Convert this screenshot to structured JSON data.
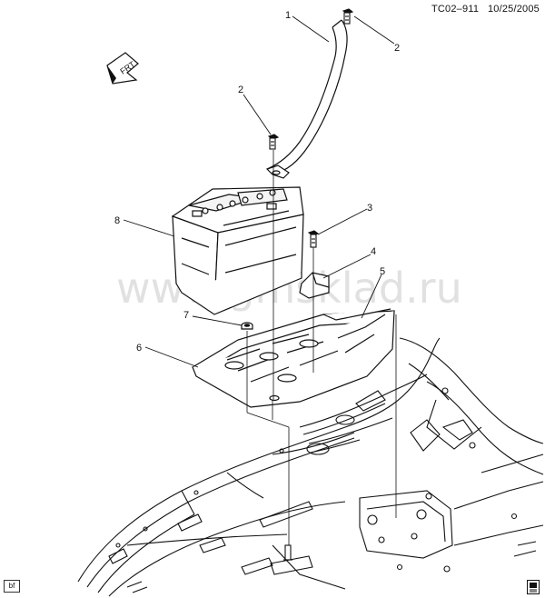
{
  "header": {
    "drawing_id": "TC02–911",
    "date": "10/25/2005"
  },
  "front_arrow_label": "FRT",
  "watermark": "www.gmsklad.ru",
  "corner_tag": "bf",
  "callouts": [
    {
      "id": "1",
      "label": "1"
    },
    {
      "id": "2a",
      "label": "2"
    },
    {
      "id": "2b",
      "label": "2"
    },
    {
      "id": "3",
      "label": "3"
    },
    {
      "id": "4",
      "label": "4"
    },
    {
      "id": "5",
      "label": "5"
    },
    {
      "id": "6",
      "label": "6"
    },
    {
      "id": "7",
      "label": "7"
    },
    {
      "id": "8",
      "label": "8"
    }
  ],
  "icons": [
    "front-arrow-icon",
    "document-icon"
  ]
}
